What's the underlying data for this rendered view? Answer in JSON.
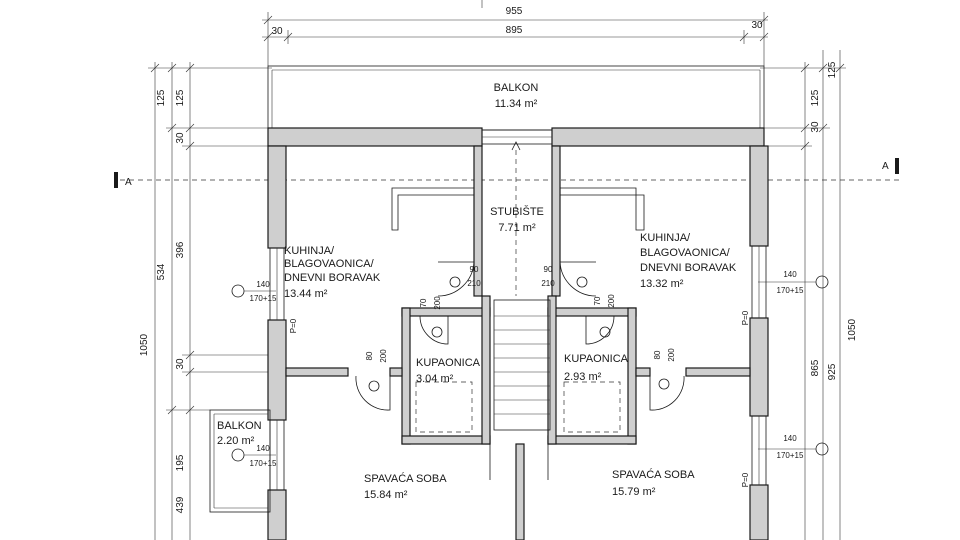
{
  "rooms": {
    "balkon_top": {
      "name": "BALKON",
      "area": "11.34 m²"
    },
    "stubiste": {
      "name": "STUBIŠTE",
      "area": "7.71 m²"
    },
    "kuhinja_left": {
      "line1": "KUHINJA/",
      "line2": "BLAGOVAONICA/",
      "line3": "DNEVNI BORAVAK",
      "area": "13.44 m²"
    },
    "kuhinja_right": {
      "line1": "KUHINJA/",
      "line2": "BLAGOVAONICA/",
      "line3": "DNEVNI BORAVAK",
      "area": "13.32 m²"
    },
    "kupaonica_left": {
      "name": "KUPAONICA",
      "area": "3.04 m²"
    },
    "kupaonica_right": {
      "name": "KUPAONICA",
      "area": "2.93 m²"
    },
    "balkon_left": {
      "name": "BALKON",
      "area": "2.20 m²"
    },
    "spavaca_left": {
      "name": "SPAVAĆA SOBA",
      "area": "15.84 m²"
    },
    "spavaca_right": {
      "name": "SPAVAĆA SOBA",
      "area": "15.79 m²"
    }
  },
  "dimensions": {
    "top_total": "955",
    "top_inner": "895",
    "top_left_30": "30",
    "top_right_30": "30",
    "left_125a": "125",
    "left_125b": "125",
    "left_30a": "30",
    "left_396": "396",
    "left_534": "534",
    "left_1050": "1050",
    "left_30b": "30",
    "left_195": "195",
    "left_439": "439",
    "right_125a": "125",
    "right_125b": "125",
    "right_30": "30",
    "right_865": "865",
    "right_925": "925",
    "right_1050": "1050"
  },
  "section_markers": {
    "left": "A",
    "right": "A"
  },
  "windows": {
    "w_left_top": {
      "width": "140",
      "height": "170+15"
    },
    "w_right_top": {
      "width": "140",
      "height": "170+15"
    },
    "w_left_bottom": {
      "width": "140",
      "height": "170+15"
    },
    "w_right_bottom": {
      "width": "140",
      "height": "170+15"
    },
    "parapet_left": "P=0",
    "parapet_right": "P=0",
    "parapet_bottom_right": "P=0"
  },
  "doors": {
    "d_stair_left": {
      "width": "90",
      "height": "210"
    },
    "d_stair_right": {
      "width": "90",
      "height": "210"
    },
    "d_bath_left": {
      "width": "70",
      "height": "200"
    },
    "d_bath_right": {
      "width": "70",
      "height": "200"
    },
    "d_room_left": {
      "width": "80",
      "height": "200"
    },
    "d_room_right": {
      "width": "80",
      "height": "200"
    }
  }
}
